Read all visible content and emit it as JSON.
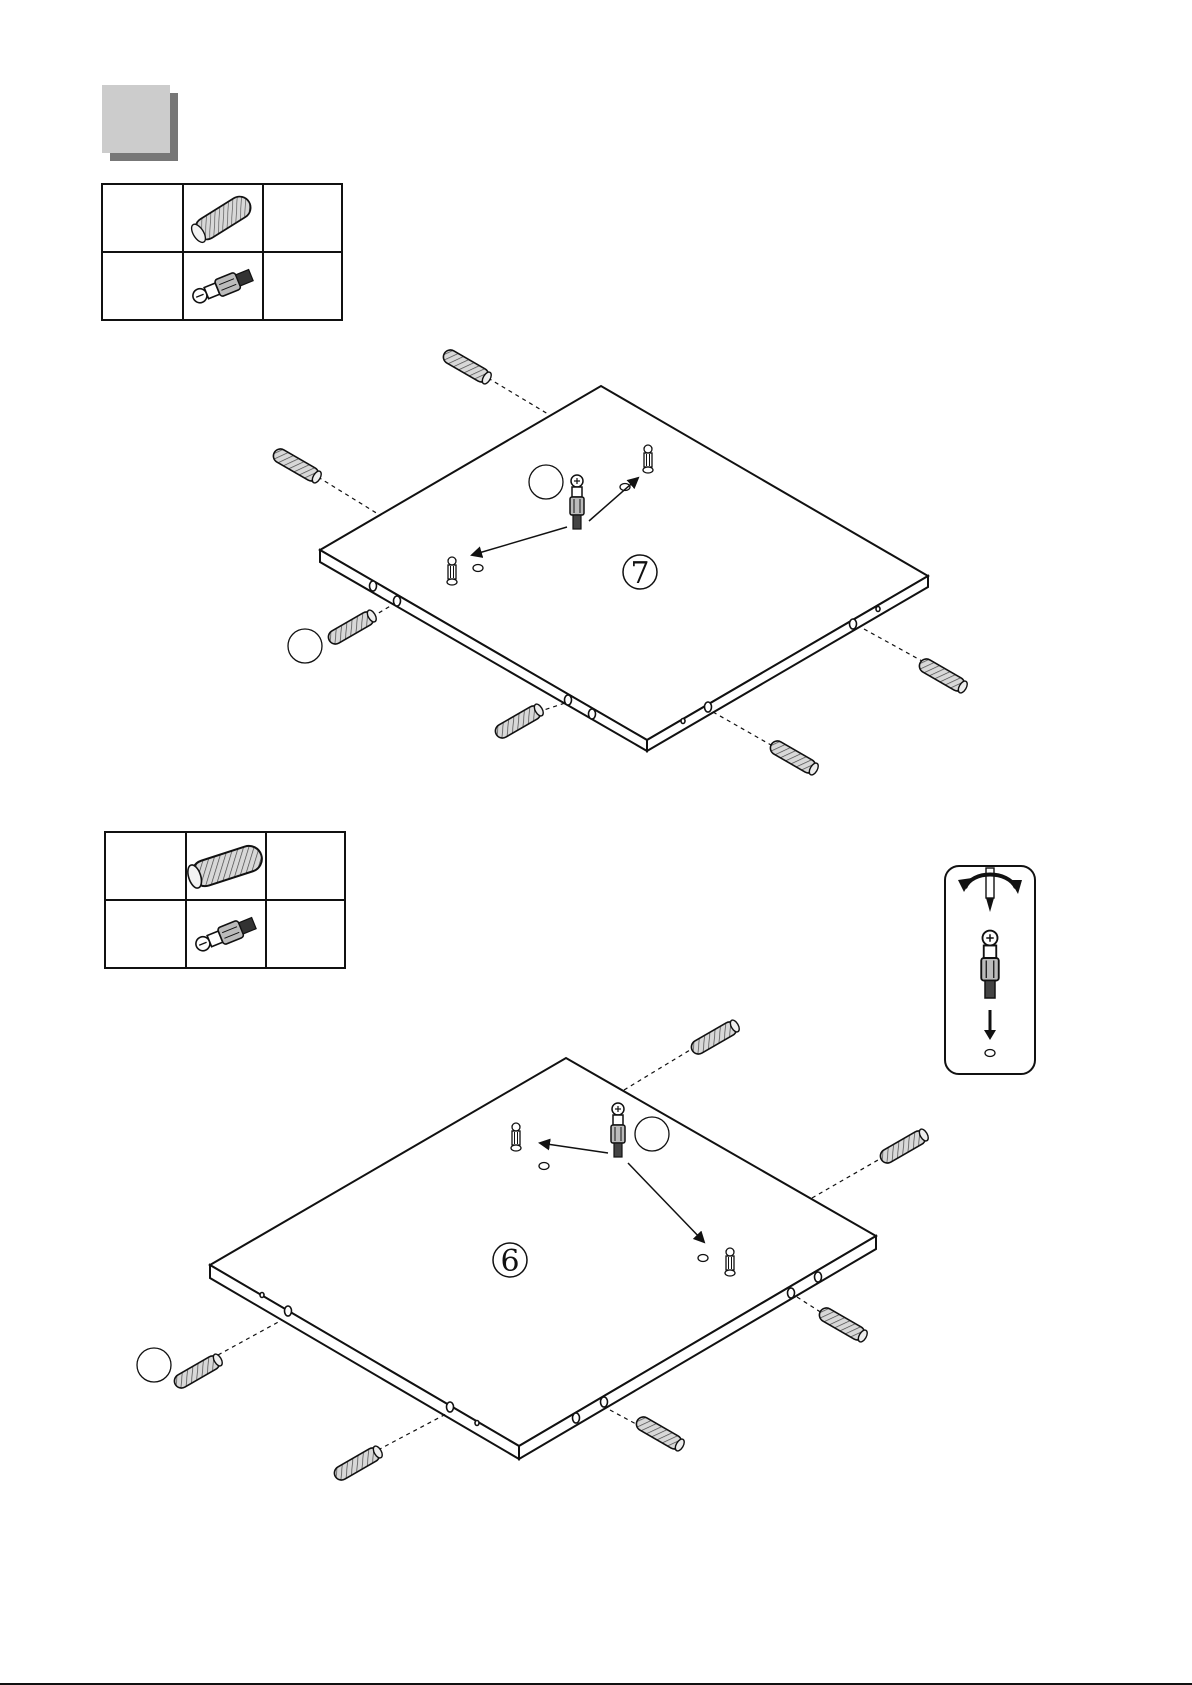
{
  "step": {
    "number_visible": false
  },
  "panels": [
    {
      "id": "top",
      "label": "7"
    },
    {
      "id": "bottom",
      "label": "6"
    }
  ],
  "parts_tables": [
    {
      "id": "table-1",
      "rows": [
        {
          "part": "wooden-dowel-icon"
        },
        {
          "part": "cam-bolt-icon"
        }
      ]
    },
    {
      "id": "table-2",
      "rows": [
        {
          "part": "wooden-dowel-icon"
        },
        {
          "part": "cam-bolt-icon"
        }
      ]
    }
  ],
  "icons": {
    "step_badge": "step-square-icon",
    "screwdriver_inset": "screwdriver-rotate-icon"
  },
  "colors": {
    "ink": "#111111",
    "step_fill": "#cccccc",
    "step_shadow": "#777777",
    "dowel": "#c9c9c9"
  }
}
